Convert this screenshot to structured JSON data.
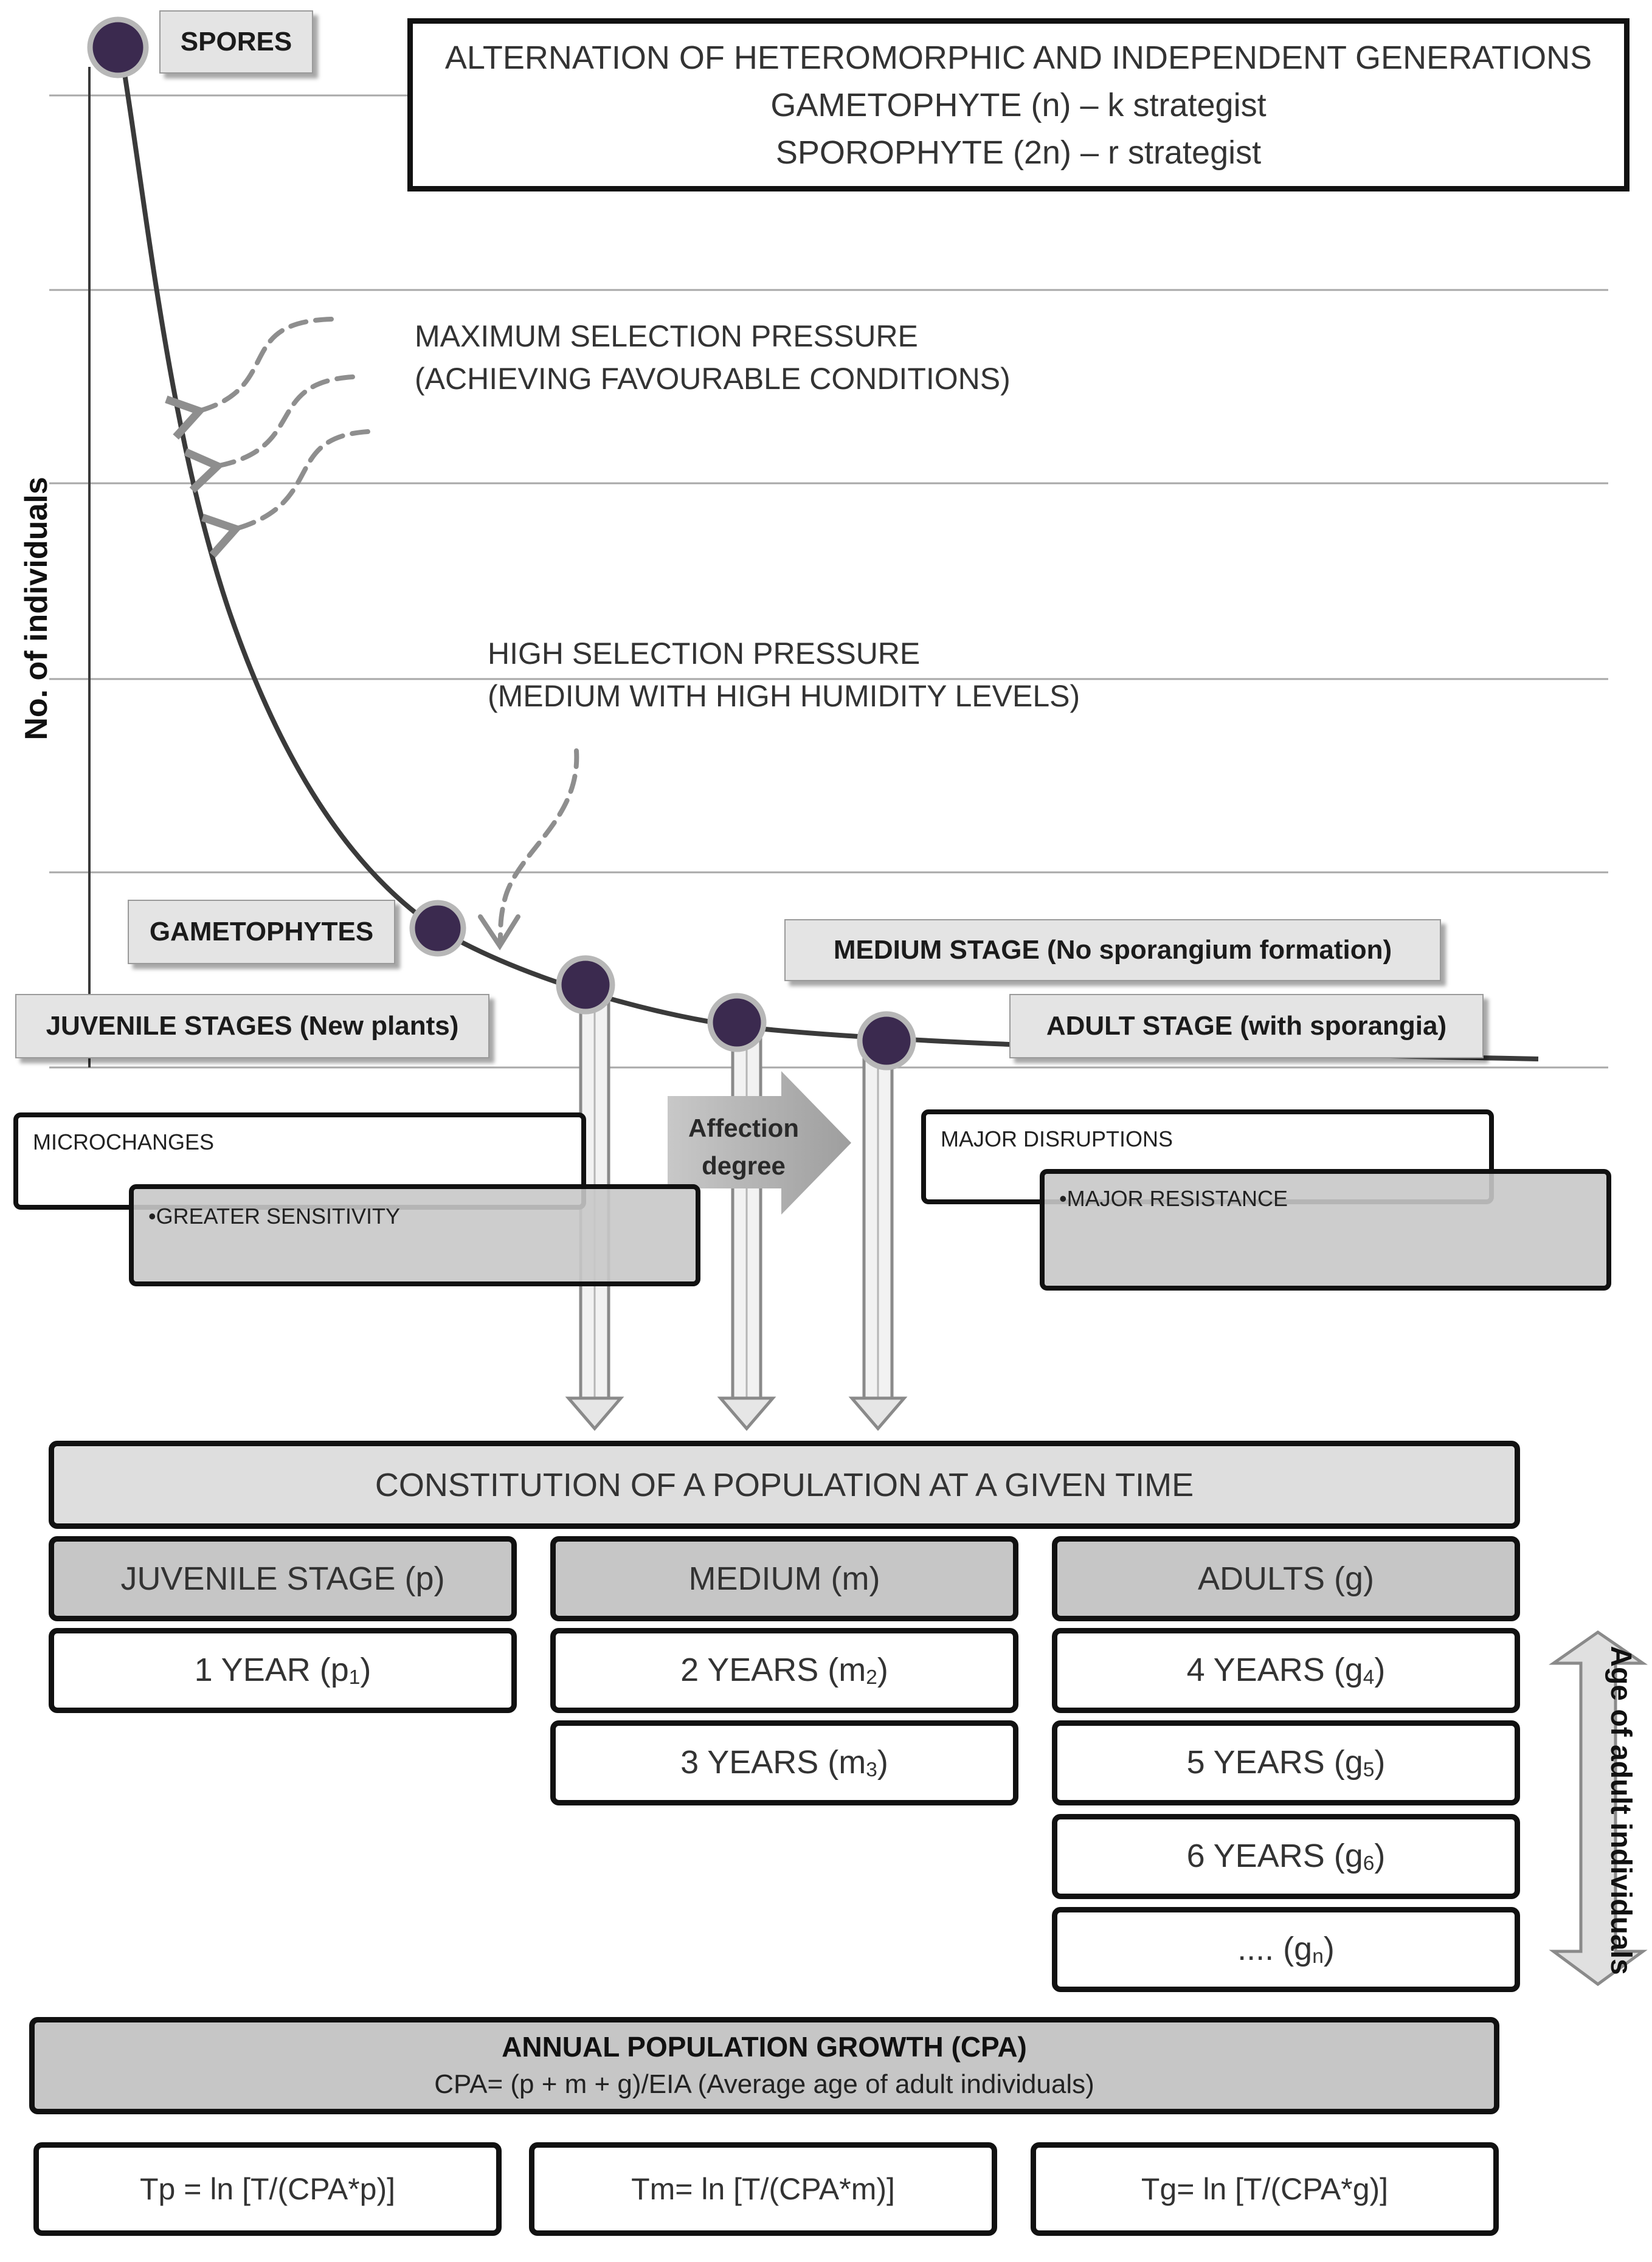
{
  "header": {
    "line1": "ALTERNATION OF HETEROMORPHIC AND INDEPENDENT GENERATIONS",
    "line2": "GAMETOPHYTE (n) – k strategist",
    "line3": "SPOROPHYTE (2n) – r strategist"
  },
  "y_axis_label": "No. of individuals",
  "stage_labels": {
    "spores": "SPORES",
    "gametophytes": "GAMETOPHYTES",
    "juvenile": "JUVENILE STAGES (New plants)",
    "medium": "MEDIUM  STAGE (No sporangium formation)",
    "adult": "ADULT STAGE (with sporangia)"
  },
  "pressure": {
    "max_line1": "MAXIMUM SELECTION PRESSURE",
    "max_line2": "(ACHIEVING FAVOURABLE CONDITIONS)",
    "high_line1": "HIGH SELECTION PRESSURE",
    "high_line2": "(MEDIUM WITH HIGH HUMIDITY LEVELS)"
  },
  "affection": {
    "microchanges": "MICROCHANGES",
    "greater_sensitivity": "GREATER SENSITIVITY",
    "arrow_line1": "Affection",
    "arrow_line2": "degree",
    "major_disruptions": "MAJOR DISRUPTIONS",
    "major_resistance": "MAJOR RESISTANCE",
    "bullet": "•"
  },
  "population": {
    "title": "CONSTITUTION OF A POPULATION AT A GIVEN TIME",
    "columns": [
      {
        "header": "JUVENILE STAGE (p)",
        "cells": [
          {
            "text": "1 YEAR (p",
            "sub": "1",
            "close": ")"
          }
        ]
      },
      {
        "header": "MEDIUM (m)",
        "cells": [
          {
            "text": "2 YEARS (m",
            "sub": "2",
            "close": ")"
          },
          {
            "text": "3 YEARS (m",
            "sub": "3",
            "close": ")"
          }
        ]
      },
      {
        "header": "ADULTS (g)",
        "cells": [
          {
            "text": "4 YEARS (g",
            "sub": "4",
            "close": ")"
          },
          {
            "text": "5 YEARS (g",
            "sub": "5",
            "close": ")"
          },
          {
            "text": "6 YEARS (g",
            "sub": "6",
            "close": ")"
          },
          {
            "text": ".... (g",
            "sub": "n",
            "close": ")"
          }
        ]
      }
    ],
    "age_label": "Age of adult individuals"
  },
  "growth": {
    "title": "ANNUAL POPULATION GROWTH (CPA)",
    "formula": "CPA= (p + m + g)/EIA (Average age of adult individuals)"
  },
  "formulas": {
    "tp": "Tp = ln [T/(CPA*p)]",
    "tm": "Tm= ln [T/(CPA*m)]",
    "tg": "Tg= ln [T/(CPA*g)]"
  },
  "colors": {
    "node": "#3b2a4f",
    "curve": "#3a3a3a",
    "grid": "#9a9a9a"
  }
}
